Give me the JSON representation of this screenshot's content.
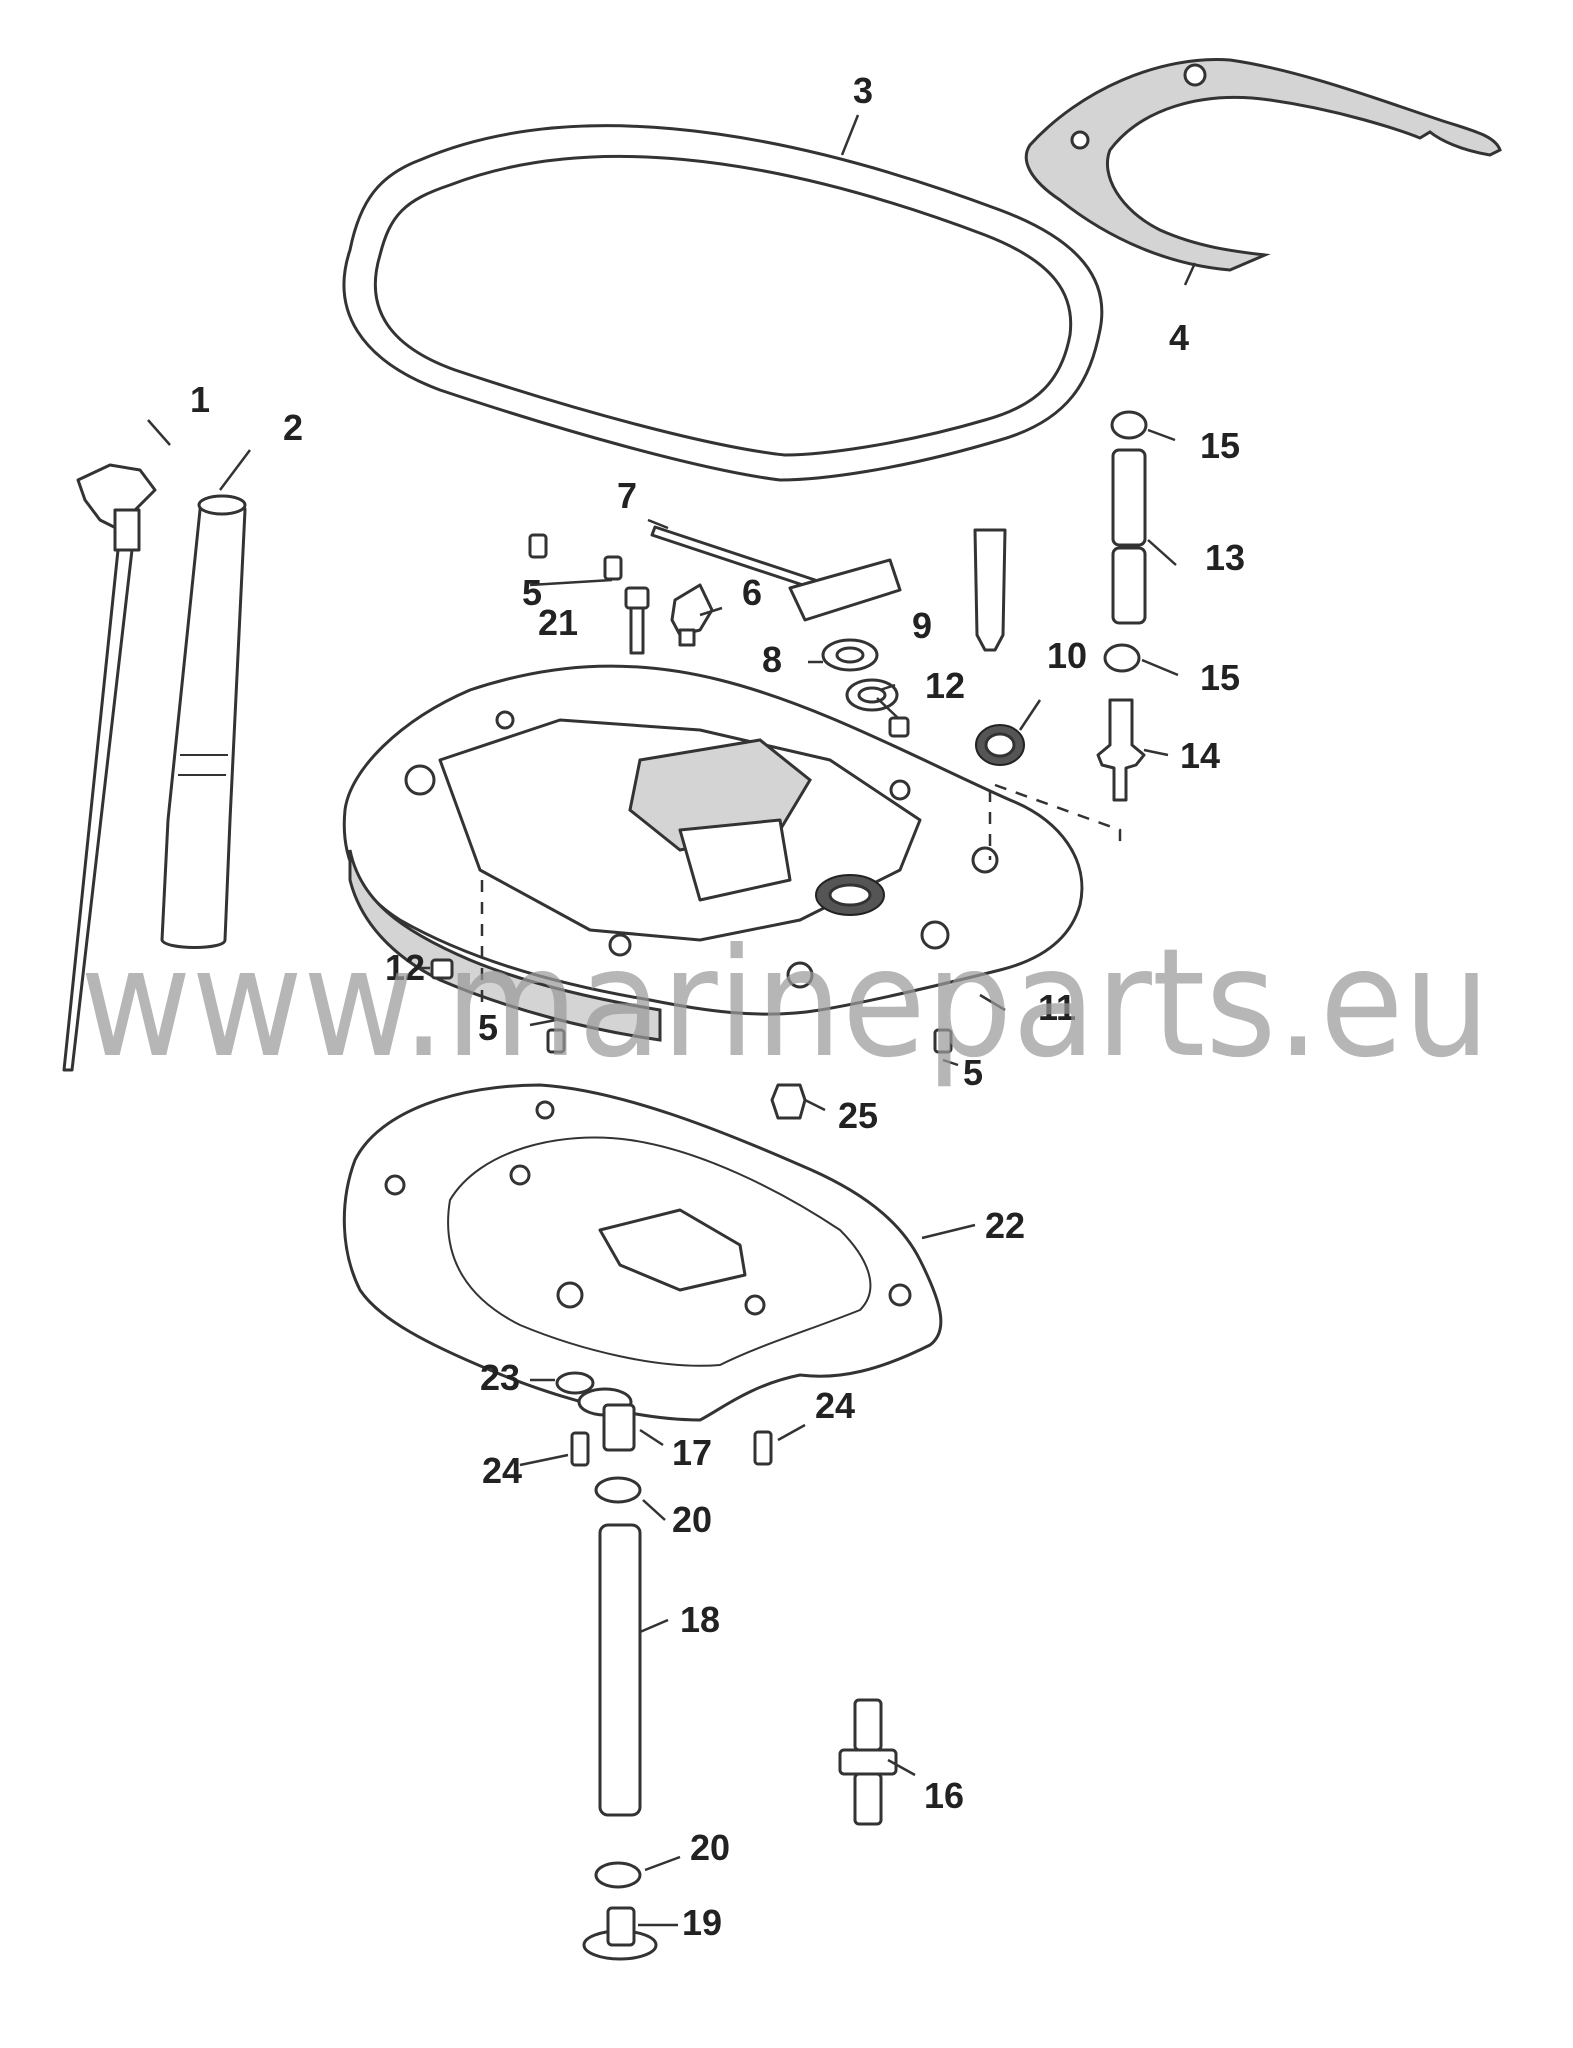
{
  "diagram": {
    "watermark": "www.marineparts.eu",
    "callouts": [
      "1",
      "2",
      "3",
      "4",
      "5",
      "5",
      "5",
      "6",
      "7",
      "8",
      "9",
      "10",
      "11",
      "12",
      "12",
      "13",
      "14",
      "15",
      "15",
      "16",
      "17",
      "18",
      "19",
      "20",
      "20",
      "21",
      "22",
      "23",
      "24",
      "24",
      "25"
    ],
    "colors": {
      "line": "#333333",
      "label": "#222222",
      "watermark": "#9a9a9a",
      "background": "#ffffff"
    }
  }
}
